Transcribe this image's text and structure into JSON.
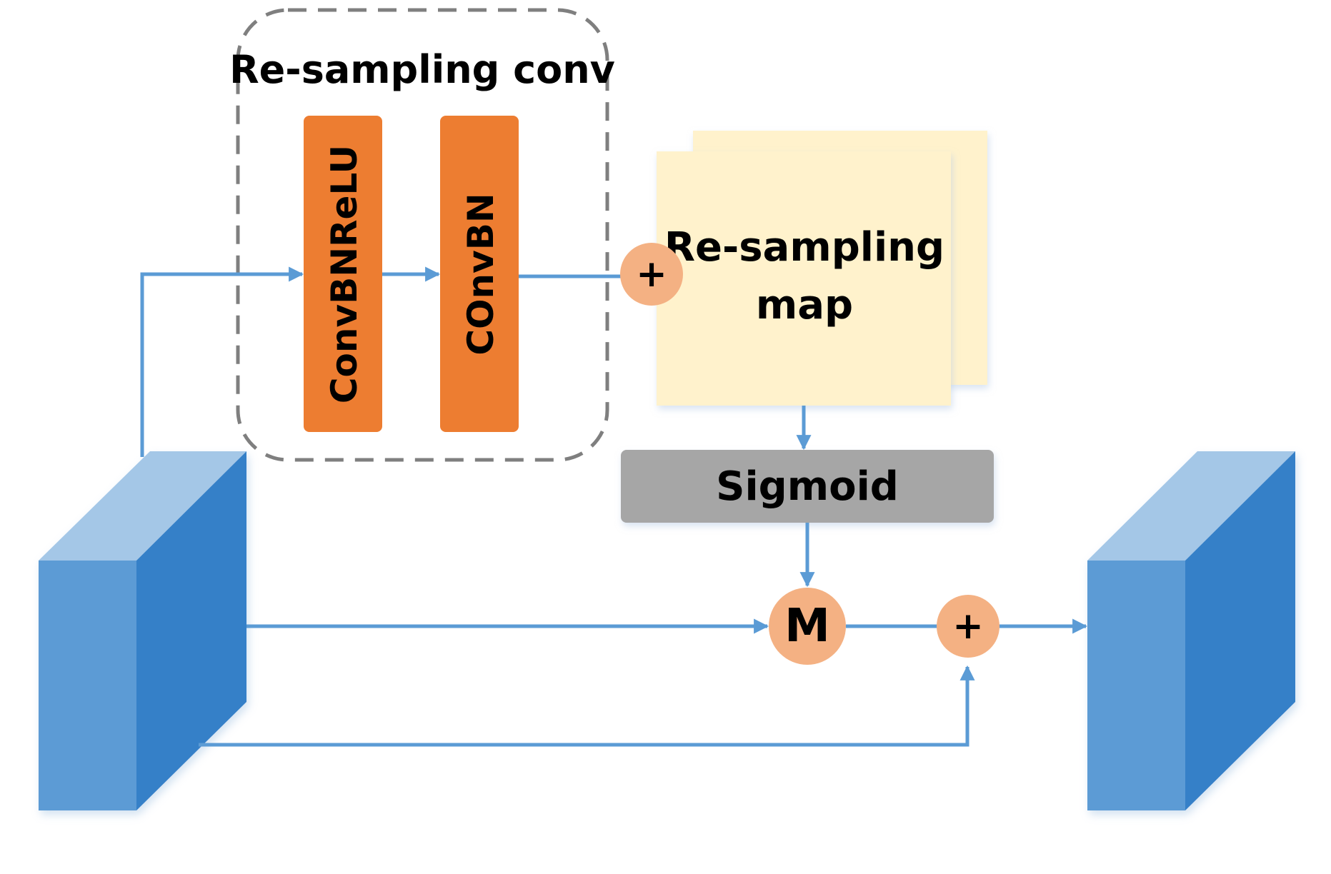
{
  "group": {
    "label": "Re-sampling conv"
  },
  "blocks": {
    "conv1": "ConvBNReLU",
    "conv2": "COnvBN"
  },
  "map": {
    "line1": "Re-sampling",
    "line2": "map"
  },
  "sigmoid": {
    "label": "Sigmoid"
  },
  "ops": {
    "add_top": "+",
    "multiply": "M",
    "add_bottom": "+"
  },
  "colors": {
    "arrow": "#5b9bd5",
    "block_orange": "#ed7d31",
    "op_circle": "#f4b183",
    "map_fill": "#fff2cc",
    "sigmoid_fill": "#a6a6a6",
    "tensor_front": "#5b9bd5",
    "tensor_top": "#a4c7e7",
    "tensor_side": "#3580c8",
    "dashed_border": "#7f7f7f"
  }
}
